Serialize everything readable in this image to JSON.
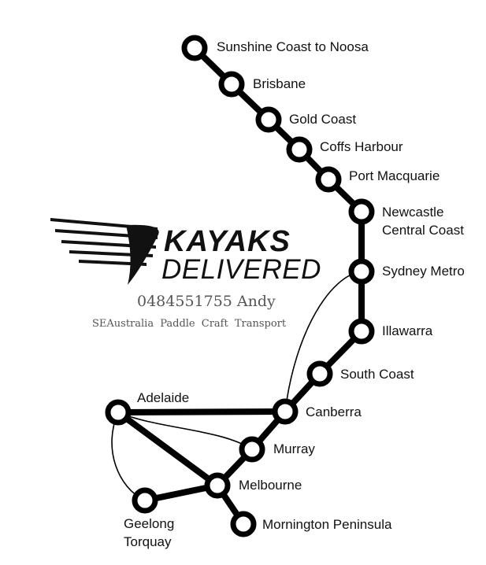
{
  "brand": {
    "name_line1": "KAYAKS",
    "name_line2": "DELIVERED",
    "phone": "0484551755 Andy",
    "tagline": "SEAustralia Paddle Craft Transport"
  },
  "stops": [
    {
      "id": "sunshine",
      "lines": [
        "Sunshine Coast to Noosa"
      ]
    },
    {
      "id": "brisbane",
      "lines": [
        "Brisbane"
      ]
    },
    {
      "id": "goldcoast",
      "lines": [
        "Gold Coast"
      ]
    },
    {
      "id": "coffs",
      "lines": [
        "Coffs Harbour"
      ]
    },
    {
      "id": "portmac",
      "lines": [
        "Port Macquarie"
      ]
    },
    {
      "id": "newcastle",
      "lines": [
        "Newcastle",
        "Central Coast"
      ]
    },
    {
      "id": "sydney",
      "lines": [
        "Sydney Metro"
      ]
    },
    {
      "id": "illawarra",
      "lines": [
        "Illawarra"
      ]
    },
    {
      "id": "southcoast",
      "lines": [
        "South Coast"
      ]
    },
    {
      "id": "canberra",
      "lines": [
        "Canberra"
      ]
    },
    {
      "id": "adelaide",
      "lines": [
        "Adelaide"
      ]
    },
    {
      "id": "murray",
      "lines": [
        "Murray"
      ]
    },
    {
      "id": "melbourne",
      "lines": [
        "Melbourne"
      ]
    },
    {
      "id": "geelong",
      "lines": [
        "Geelong",
        "Torquay"
      ]
    },
    {
      "id": "mornington",
      "lines": [
        "Mornington Peninsula"
      ]
    }
  ],
  "routes": [
    {
      "from": "sunshine",
      "to": "brisbane",
      "style": "thick"
    },
    {
      "from": "brisbane",
      "to": "goldcoast",
      "style": "thick"
    },
    {
      "from": "goldcoast",
      "to": "coffs",
      "style": "thick"
    },
    {
      "from": "coffs",
      "to": "portmac",
      "style": "thick"
    },
    {
      "from": "portmac",
      "to": "newcastle",
      "style": "thick"
    },
    {
      "from": "newcastle",
      "to": "sydney",
      "style": "thick"
    },
    {
      "from": "sydney",
      "to": "illawarra",
      "style": "thick"
    },
    {
      "from": "illawarra",
      "to": "southcoast",
      "style": "thick"
    },
    {
      "from": "southcoast",
      "to": "canberra",
      "style": "thick"
    },
    {
      "from": "canberra",
      "to": "murray",
      "style": "thick"
    },
    {
      "from": "murray",
      "to": "melbourne",
      "style": "thick"
    },
    {
      "from": "melbourne",
      "to": "mornington",
      "style": "thick"
    },
    {
      "from": "melbourne",
      "to": "geelong",
      "style": "thick"
    },
    {
      "from": "adelaide",
      "to": "canberra",
      "style": "thick"
    },
    {
      "from": "adelaide",
      "to": "melbourne",
      "style": "thick"
    },
    {
      "from": "sydney",
      "to": "canberra",
      "style": "thin"
    },
    {
      "from": "adelaide",
      "to": "murray",
      "style": "thin"
    },
    {
      "from": "adelaide",
      "to": "geelong",
      "style": "thin"
    }
  ]
}
